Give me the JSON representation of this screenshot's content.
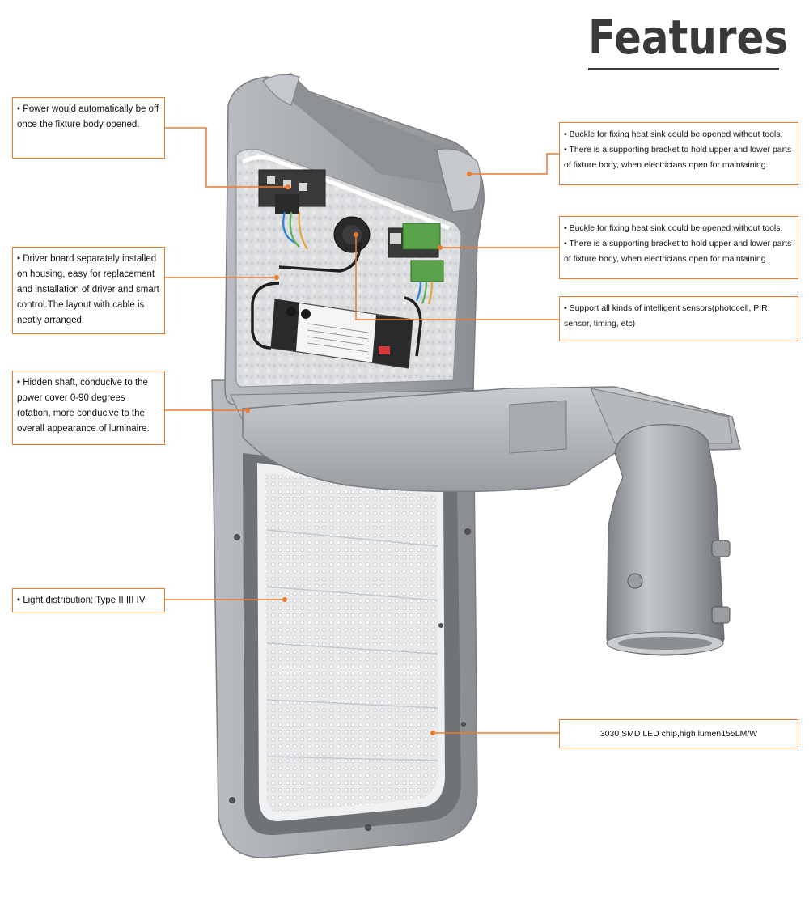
{
  "title": "Features",
  "callouts": {
    "power_off": [
      "• Power would automatically be off once the fixture body opened."
    ],
    "driver_board": [
      "• Driver board separately installed on housing, easy for replacement and installation of driver and smart control.The layout with cable is neatly arranged."
    ],
    "hidden_shaft": [
      "• Hidden shaft, conducive to the power cover 0-90 degrees rotation, more conducive to the overall appearance of luminaire."
    ],
    "light_distribution": [
      "• Light distribution: Type II III IV"
    ],
    "buckle_top": [
      "• Buckle for fixing heat sink could be opened without tools.",
      "• There is a supporting bracket to hold upper and lower parts of fixture body, when electricians open for maintaining."
    ],
    "buckle_mid": [
      "• Buckle for fixing heat sink could be opened without tools.",
      "• There is a supporting bracket to hold upper and lower parts of fixture body, when electricians open for maintaining."
    ],
    "sensors": [
      "• Support all kinds of intelligent sensors(photocell, PIR sensor, timing, etc)"
    ],
    "led_chip": [
      "3030 SMD LED chip,high lumen155LM/W"
    ]
  },
  "colors": {
    "accent": "#ef7a2b",
    "housing": "#9a9da2",
    "housing_dark": "#6f7277",
    "led_panel": "#e4e6e8",
    "title": "#3a3a3a"
  }
}
